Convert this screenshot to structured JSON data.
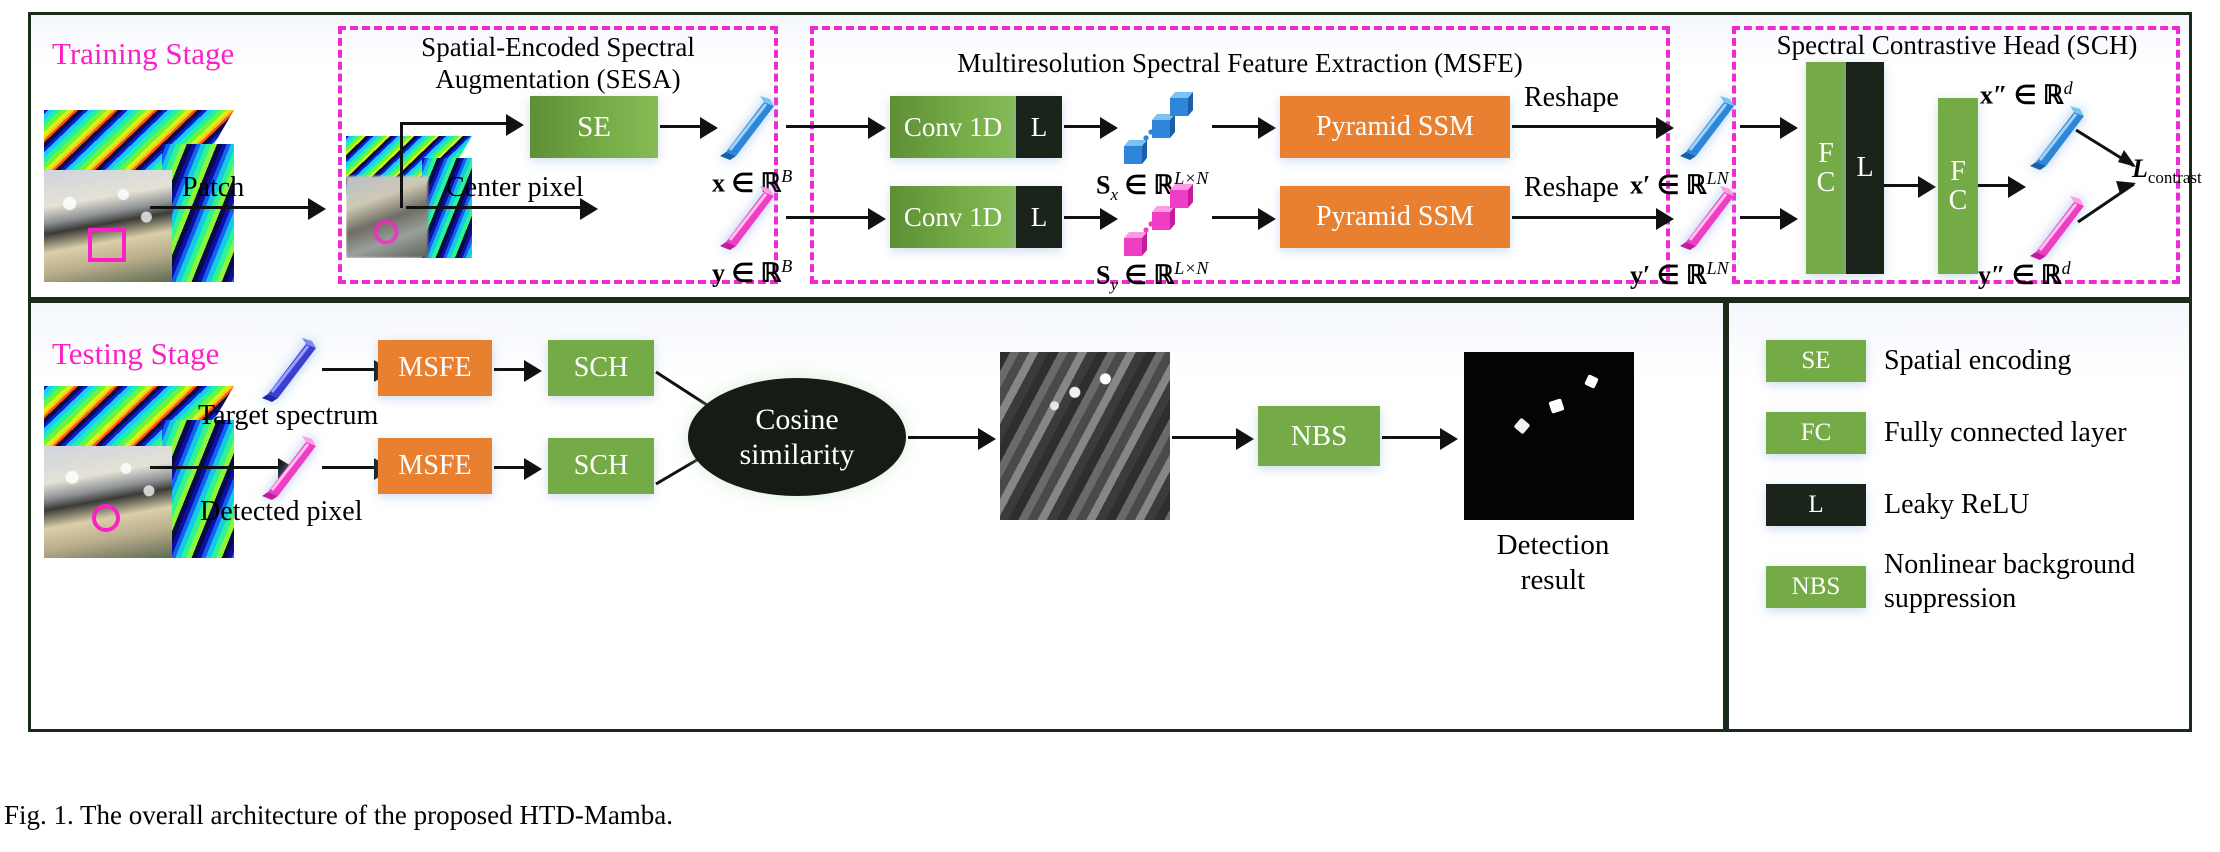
{
  "figure": {
    "caption": "Fig. 1.  The overall architecture of the proposed HTD-Mamba."
  },
  "training": {
    "stage_label": "Training Stage",
    "modules": {
      "sesa_title": "Spatial-Encoded Spectral Augmentation (SESA)",
      "msfe_title": "Multiresolution Spectral Feature Extraction (MSFE)",
      "sch_title": "Spectral Contrastive Head (SCH)"
    },
    "edge_labels": {
      "patch": "Patch",
      "center_pixel": "Center pixel",
      "reshape_top": "Reshape",
      "reshape_bottom": "Reshape"
    },
    "nodes": {
      "se": "SE",
      "conv1d_top": "Conv 1D",
      "conv1d_bottom": "Conv 1D",
      "leaky_top": "L",
      "leaky_bottom": "L",
      "pyramid_top": "Pyramid SSM",
      "pyramid_bottom": "Pyramid SSM",
      "fc1_line1": "F",
      "fc1_line2": "C",
      "leaky_sch": "L",
      "fc2_line1": "F",
      "fc2_line2": "C"
    },
    "math": {
      "x_in_RB": "x ∈ ℝ",
      "x_in_RB_sup": "B",
      "y_in_RB": "y ∈ ℝ",
      "y_in_RB_sup": "B",
      "Sx": "S",
      "Sx_sub": "x",
      "Sx_rest": " ∈ ℝ",
      "Sx_sup": "L×N",
      "Sy": "S",
      "Sy_sub": "y",
      "Sy_rest": " ∈ ℝ",
      "Sy_sup": "L×N",
      "xp": "x′ ∈ ℝ",
      "xp_sup": "LN",
      "yp": "y′ ∈ ℝ",
      "yp_sup": "LN",
      "xpp": "x″ ∈ ℝ",
      "xpp_sup": "d",
      "ypp": "y″ ∈ ℝ",
      "ypp_sup": "d",
      "loss": "L",
      "loss_sub": "contrast"
    }
  },
  "testing": {
    "stage_label": "Testing Stage",
    "labels": {
      "target_spectrum": "Target spectrum",
      "detected_pixel": "Detected pixel",
      "detection_result_line1": "Detection",
      "detection_result_line2": "result"
    },
    "nodes": {
      "msfe_top": "MSFE",
      "sch_top": "SCH",
      "msfe_bottom": "MSFE",
      "sch_bottom": "SCH",
      "cosine_line1": "Cosine",
      "cosine_line2": "similarity",
      "nbs": "NBS"
    }
  },
  "legend": {
    "items": [
      {
        "key": "SE",
        "label": "Spatial encoding",
        "color": "#74ab46"
      },
      {
        "key": "FC",
        "label": "Fully connected layer",
        "color": "#74ab46"
      },
      {
        "key": "L",
        "label": "Leaky ReLU",
        "color": "#1a241a"
      },
      {
        "key": "NBS",
        "label": "Nonlinear background suppression",
        "color": "#74ab46"
      }
    ]
  },
  "colors": {
    "accent_magenta": "#ff1fc6",
    "green": "#74ab46",
    "orange": "#e8802f",
    "black": "#1a241a",
    "blue_bar": "#2b7fd4",
    "pink_bar": "#f050c8"
  }
}
